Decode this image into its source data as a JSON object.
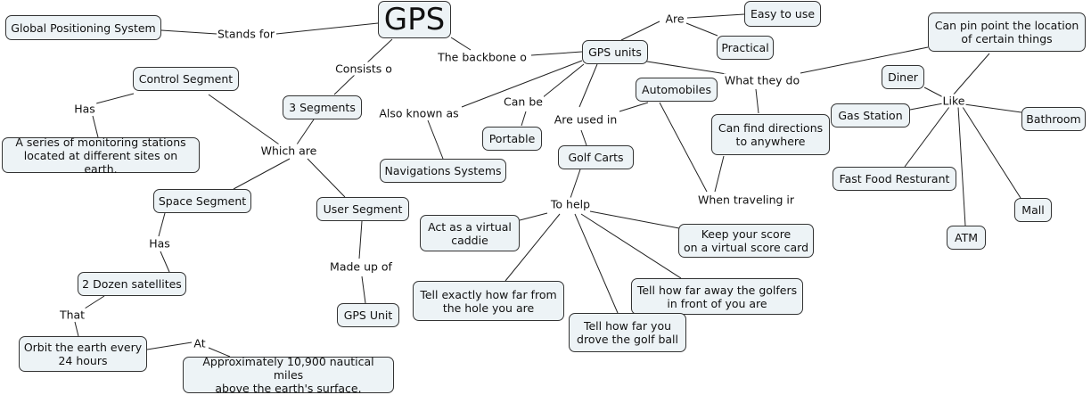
{
  "concepts": {
    "gps": "GPS",
    "global_positioning_system": "Global Positioning System",
    "three_segments": "3 Segments",
    "control_segment": "Control Segment",
    "monitoring_stations": "A series of monitoring stations\nlocated at different sites on earth.",
    "space_segment": "Space Segment",
    "user_segment": "User Segment",
    "two_dozen_satellites": "2 Dozen satellites",
    "gps_unit": "GPS Unit",
    "orbit": "Orbit the earth every\n24 hours",
    "approximately": "Approximately 10,900 nautical miles\nabove the earth's surface.",
    "navigation_systems": "Navigations Systems",
    "portable": "Portable",
    "gps_units": "GPS units",
    "easy_to_use": "Easy to use",
    "practical": "Practical",
    "automobiles": "Automobiles",
    "golf_carts": "Golf Carts",
    "find_directions": "Can find directions\nto anywhere",
    "virtual_caddie": "Act as a virtual\ncaddie",
    "keep_score": "Keep your score\non a virtual score card",
    "how_far_hole": "Tell exactly how far from\nthe hole you are",
    "how_far_golfers": "Tell how far away the golfers\nin front of you are",
    "how_far_drove": "Tell how far you\ndrove the golf ball",
    "pin_point": "Can pin point the location\nof certain things",
    "diner": "Diner",
    "gas_station": "Gas Station",
    "bathroom": "Bathroom",
    "fast_food": "Fast Food Resturant",
    "mall": "Mall",
    "atm": "ATM"
  },
  "links": {
    "stands_for": "Stands for",
    "consists_of": "Consists o",
    "backbone_of": "The backbone o",
    "has_1": "Has",
    "which_are": "Which are",
    "has_2": "Has",
    "made_up_of": "Made up of",
    "that": "That",
    "at": "At",
    "also_known_as": "Also known as",
    "can_be": "Can be",
    "are": "Are",
    "what_they_do": "What they do",
    "are_used_in": "Are used in",
    "when_traveling_in": "When traveling ir",
    "to_help": "To help",
    "like": "Like"
  },
  "colors": {
    "node_fill": "#edf3f6",
    "node_border": "#333333",
    "line": "#222222"
  }
}
